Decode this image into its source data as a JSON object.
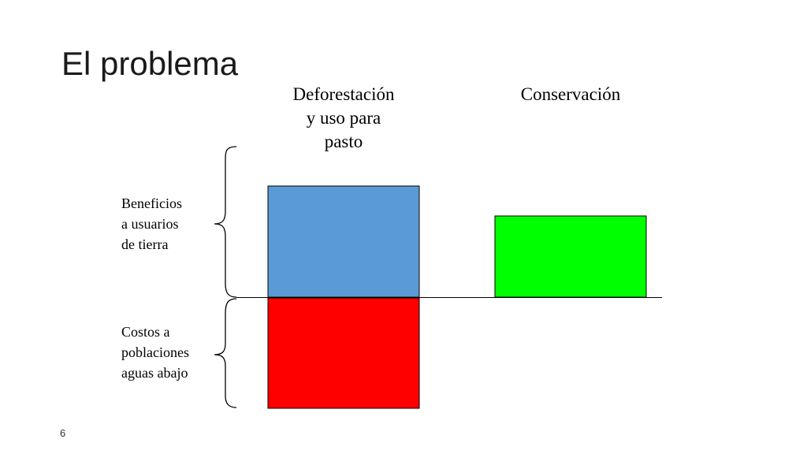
{
  "slide": {
    "title": "El problema",
    "page_number": "6"
  },
  "columns": [
    {
      "id": "deforestation",
      "label": "Deforestación\ny uso para\npasto"
    },
    {
      "id": "conservation",
      "label": "Conservación"
    }
  ],
  "rows": [
    {
      "id": "benefits",
      "label": "Beneficios\na usuarios\nde tierra"
    },
    {
      "id": "costs",
      "label": "Costos a\npoblaciones\naguas abajo"
    }
  ],
  "blocks": [
    {
      "id": "deforestation-benefit",
      "column": "deforestation",
      "row": "benefits",
      "relative_size": 1.0,
      "color": "#5B9BD5"
    },
    {
      "id": "deforestation-cost",
      "column": "deforestation",
      "row": "costs",
      "relative_size": 1.0,
      "color": "#FF0000"
    },
    {
      "id": "conservation-benefit",
      "column": "conservation",
      "row": "benefits",
      "relative_size": 0.73,
      "color": "#00FF00"
    }
  ],
  "colors": {
    "outline": "#000000",
    "title_text": "#1a1a1a"
  }
}
